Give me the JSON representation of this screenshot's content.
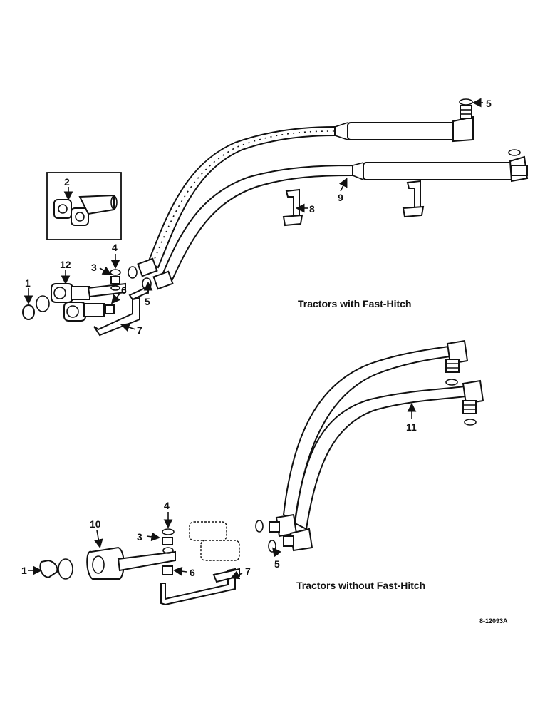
{
  "captions": {
    "with_fast_hitch": "Tractors with Fast-Hitch",
    "without_fast_hitch": "Tractors without Fast-Hitch"
  },
  "drawing_code": "8-12093A",
  "callouts": {
    "upper": {
      "c1": "1",
      "c2": "2",
      "c3": "3",
      "c4": "4",
      "c5a": "5",
      "c5b": "5",
      "c6": "6",
      "c7": "7",
      "c8": "8",
      "c9": "9",
      "c12": "12"
    },
    "lower": {
      "c1": "1",
      "c3": "3",
      "c4": "4",
      "c5": "5",
      "c6": "6",
      "c7": "7",
      "c10": "10",
      "c11": "11"
    }
  }
}
